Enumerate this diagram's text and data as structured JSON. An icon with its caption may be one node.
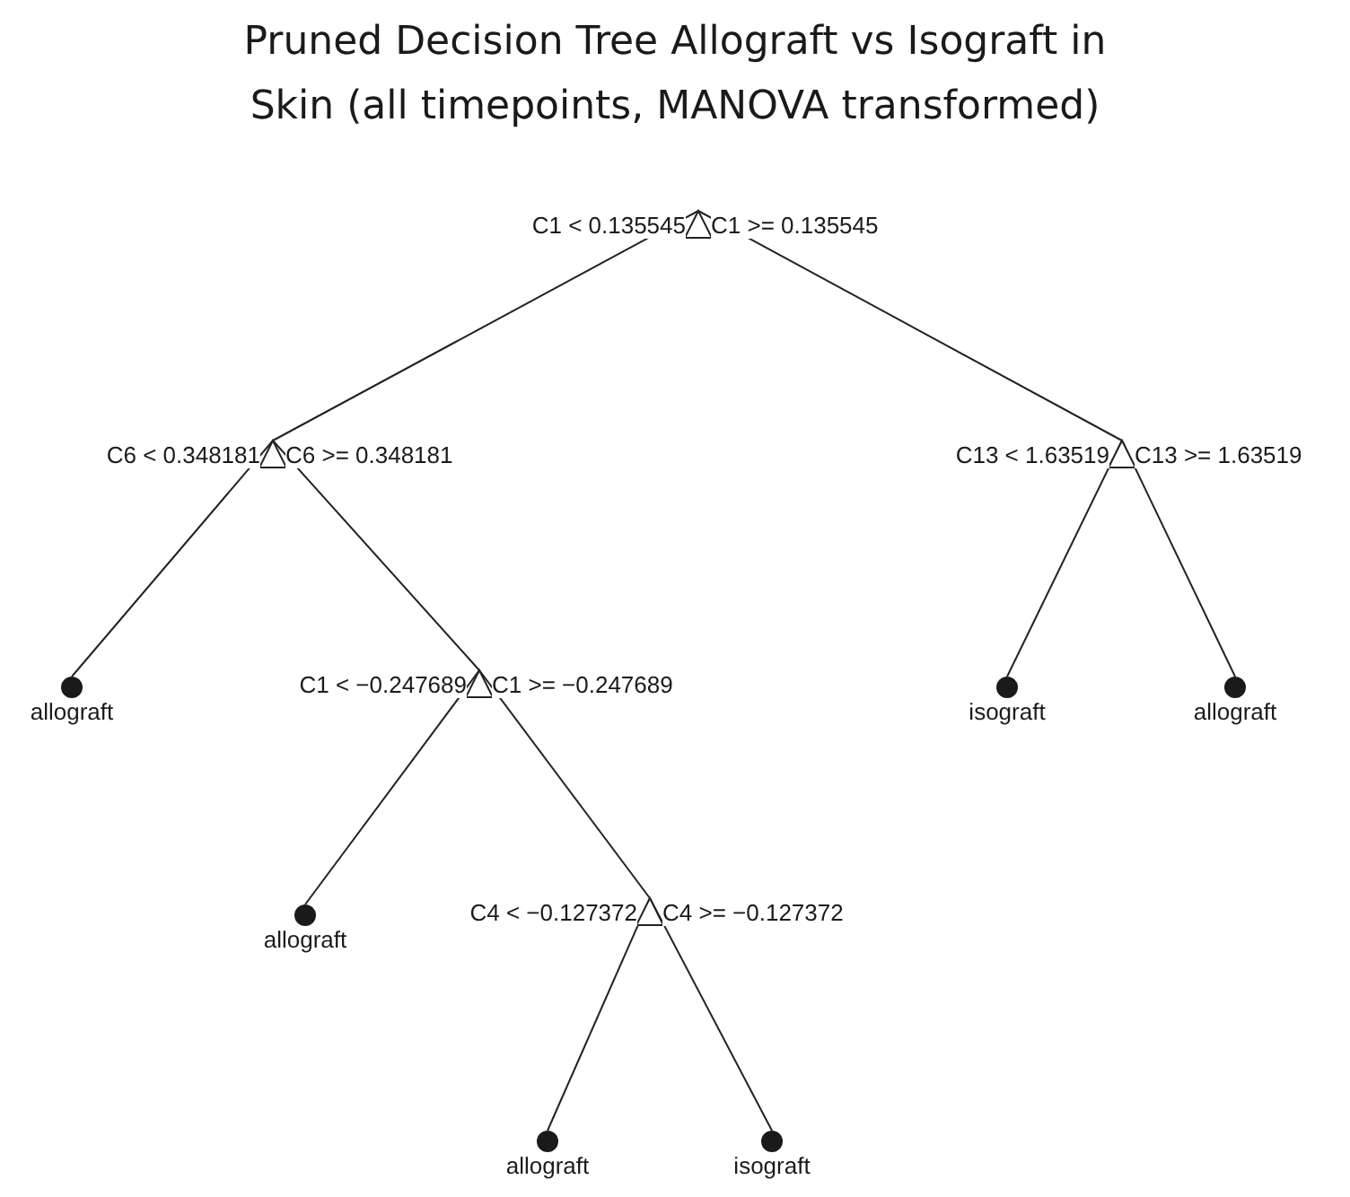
{
  "diagram": {
    "title": "Pruned Decision Tree Allograft vs Isograft in Skin (all timepoints, MANOVA transformed)",
    "nodes": [
      {
        "text": [],
        "shape": "triangle",
        "beside": [
          "C1 < 0.135545",
          "C1 >= 0.135545"
        ]
      },
      {
        "text": [],
        "shape": "triangle",
        "beside": [
          "C6 < 0.348181",
          "C6 >= 0.348181"
        ]
      },
      {
        "text": [],
        "shape": "circle",
        "beside": [
          "allograft"
        ]
      },
      {
        "text": [],
        "shape": "triangle",
        "beside": [
          "C1 < −0.247689",
          "C1 >= −0.247689"
        ]
      },
      {
        "text": [],
        "shape": "circle",
        "beside": [
          "allograft"
        ]
      },
      {
        "text": [],
        "shape": "triangle",
        "beside": [
          "C4 < −0.127372",
          "C4 >= −0.127372"
        ]
      },
      {
        "text": [],
        "shape": "circle",
        "beside": [
          "allograft"
        ]
      },
      {
        "text": [],
        "shape": "circle",
        "beside": [
          "isograft"
        ]
      },
      {
        "text": [],
        "shape": "triangle",
        "beside": [
          "C13 < 1.63519",
          "C13 >= 1.63519"
        ]
      },
      {
        "text": [],
        "shape": "circle",
        "beside": [
          "isograft"
        ]
      },
      {
        "text": [],
        "shape": "circle",
        "beside": [
          "allograft"
        ]
      }
    ],
    "edges": [
      {
        "from": 0,
        "to": 1,
        "arrow": "none"
      },
      {
        "from": 0,
        "to": 8,
        "arrow": "none"
      },
      {
        "from": 1,
        "to": 2,
        "arrow": "none"
      },
      {
        "from": 1,
        "to": 3,
        "arrow": "none"
      },
      {
        "from": 3,
        "to": 4,
        "arrow": "none"
      },
      {
        "from": 3,
        "to": 5,
        "arrow": "none"
      },
      {
        "from": 5,
        "to": 6,
        "arrow": "none"
      },
      {
        "from": 5,
        "to": 7,
        "arrow": "none"
      },
      {
        "from": 8,
        "to": 9,
        "arrow": "none"
      },
      {
        "from": 8,
        "to": 10,
        "arrow": "none"
      }
    ]
  }
}
